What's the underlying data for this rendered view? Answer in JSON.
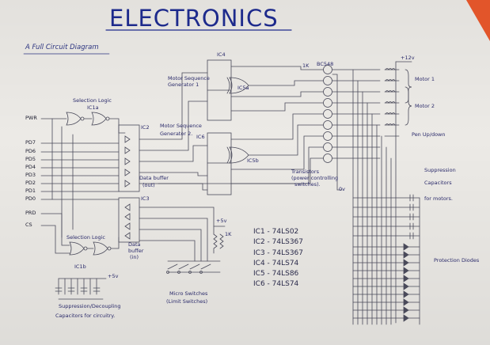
{
  "title": "ELECTRONICS",
  "subtitle": "A Full Circuit Diagram",
  "ports": {
    "pwr": "PWR",
    "data": [
      "PD7",
      "PD6",
      "PD5",
      "PD4",
      "PD3",
      "PD2",
      "PD1",
      "PD0"
    ],
    "prd": "PRD",
    "cs": "CS"
  },
  "blocks": {
    "selection_logic_top": "Selection Logic",
    "ic1a": "IC1a",
    "ic2": "IC2",
    "ic3": "IC3",
    "ic4": "IC4",
    "ic6": "IC6",
    "ic5a": "IC5a",
    "ic5b": "IC5b",
    "motor_seq_1": [
      "Motor Sequence",
      "Generator 1"
    ],
    "motor_seq_2": [
      "Motor  Sequence",
      "Generator 2."
    ],
    "data_buffer_out": [
      "Data buffer",
      "(out)"
    ],
    "data_buffer_in": [
      "Data",
      "buffer",
      "(in)"
    ],
    "selection_logic_bottom": "Selection Logic",
    "ic1b": "IC1b"
  },
  "labels": {
    "resistor_1k_top": "1K",
    "transistors_part": "BC548",
    "plus12v": "+12v",
    "zero_v": "0v",
    "motor1": "Motor 1",
    "motor2": "Motor 2",
    "pen": "Pen Up/down",
    "transistors_note": [
      "Transistors",
      "(power controlling",
      "switches)."
    ],
    "suppression": [
      "Suppression",
      "Capacitors",
      "for motors."
    ],
    "protection": "Protection Diodes",
    "plus5v_top": "+5v",
    "resistor_1k_bottom": "1K",
    "plus5v_bottom": "+5v",
    "micro_switches": [
      "Micro Switches",
      "(Limit Switches)"
    ],
    "decoupling": [
      "Suppression/Decoupling",
      "Capacitors for circuitry."
    ]
  },
  "ic_list": [
    "IC1 - 74LS02",
    "IC2 - 74LS367",
    "IC3 - 74LS367",
    "IC4 - 74LS74",
    "IC5 - 74LS86",
    "IC6 - 74LS74"
  ],
  "colors": {
    "ink_blue": "#1d2a8c",
    "pencil": "#4a4a5a",
    "corner_orange": "#e2552a"
  }
}
